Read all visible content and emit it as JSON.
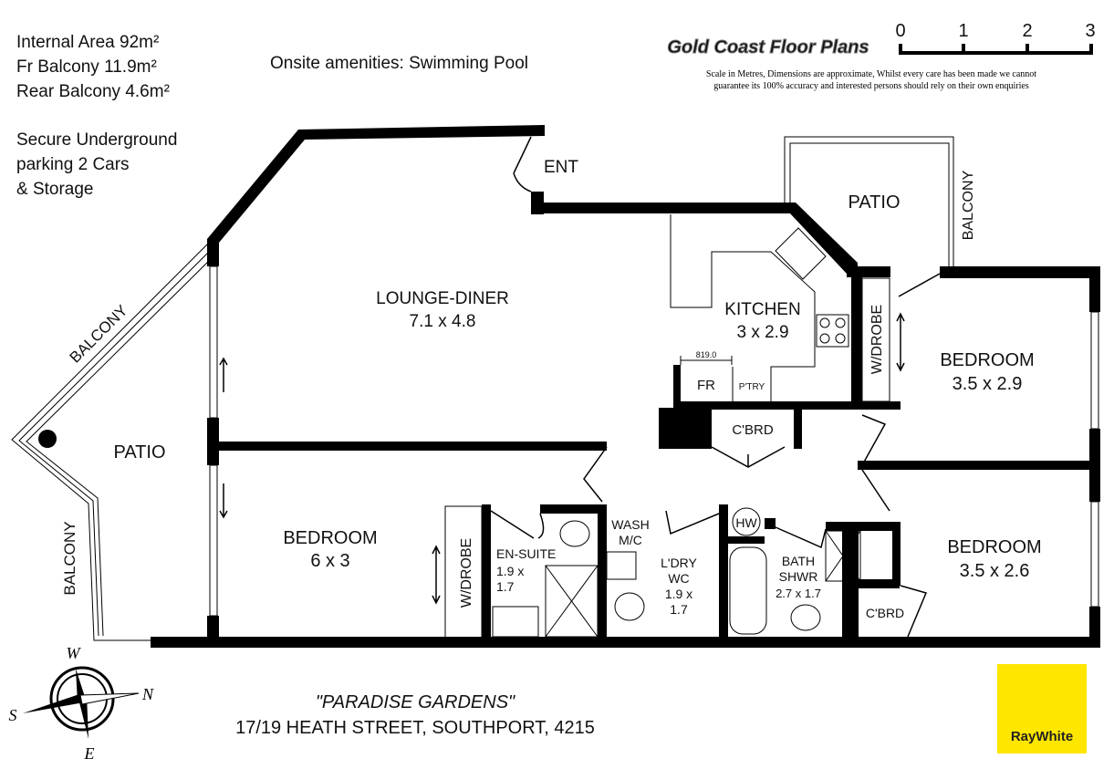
{
  "info": {
    "lines": [
      "Internal Area 92m²",
      "Fr Balcony 11.9m²",
      "Rear Balcony 4.6m²"
    ],
    "parking": [
      "Secure Underground",
      "parking 2 Cars",
      "& Storage"
    ],
    "amenities": "Onsite amenities: Swimming Pool"
  },
  "header": {
    "brand": "Gold Coast Floor Plans",
    "scale_ticks": [
      "0",
      "1",
      "2",
      "3"
    ],
    "disclaimer_1": "Scale in Metres, Dimensions are approximate, Whilst every care has been made we cannot",
    "disclaimer_2": "guarantee its 100% accuracy and interested persons should rely on their own enquiries"
  },
  "rooms": {
    "lounge": "LOUNGE-DINER",
    "lounge_dim": "7.1 x 4.8",
    "ent": "ENT",
    "patio_rear": "PATIO",
    "balcony_rear": "BALCONY",
    "kitchen": "KITCHEN",
    "kitchen_dim": "3 x 2.9",
    "fr": "FR",
    "pantry": "P'TRY",
    "fr_dim": "819.0",
    "cbrd_1": "C'BRD",
    "wdrobe_1": "W/DROBE",
    "bed_1": "BEDROOM",
    "bed_1_dim": "3.5 x 2.9",
    "balcony_front_1": "BALCONY",
    "balcony_front_2": "BALCONY",
    "patio_front": "PATIO",
    "bed_2": "BEDROOM",
    "bed_2_dim": "6 x 3",
    "wdrobe_2": "W/DROBE",
    "ensuite": "EN-SUITE",
    "ensuite_dim_1": "1.9 x",
    "ensuite_dim_2": "1.7",
    "wash": "WASH",
    "wash_2": "M/C",
    "ldry": "L'DRY",
    "ldry_2": "WC",
    "ldry_dim_1": "1.9 x",
    "ldry_dim_2": "1.7",
    "hw": "HW",
    "bath": "BATH",
    "bath_2": "SHWR",
    "bath_dim": "2.7 x 1.7",
    "cbrd_2": "C'BRD",
    "bed_3": "BEDROOM",
    "bed_3_dim": "3.5 x 2.6"
  },
  "compass": {
    "w": "W",
    "n": "N",
    "s": "S",
    "e": "E"
  },
  "footer": {
    "name": "\"PARADISE GARDENS\"",
    "address": "17/19 HEATH STREET, SOUTHPORT, 4215"
  },
  "agency": {
    "name": "RayWhite",
    "color": "#ffe600"
  }
}
